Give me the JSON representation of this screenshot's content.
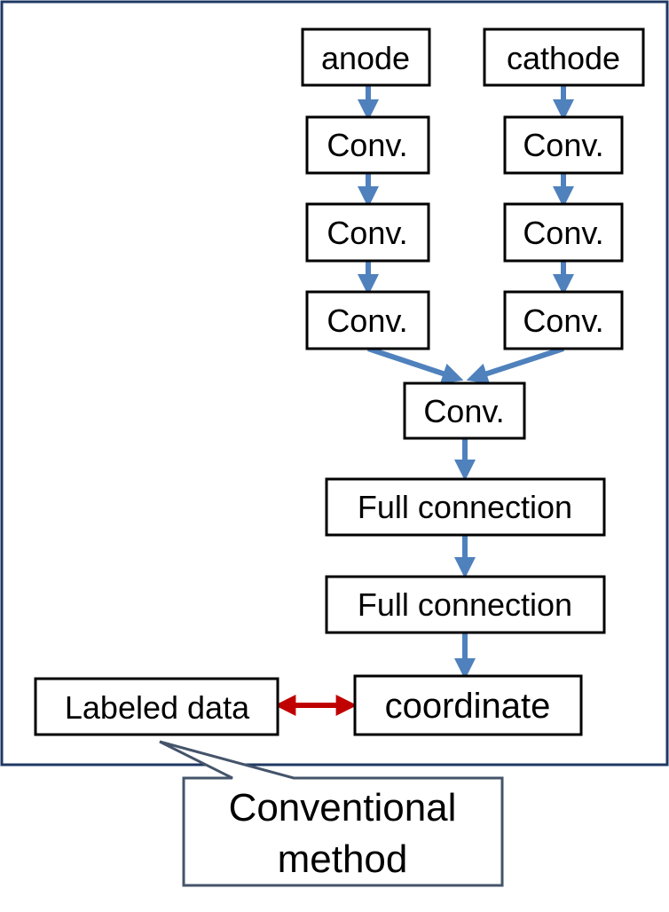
{
  "diagram": {
    "input_boxes": {
      "anode": "anode",
      "cathode": "cathode"
    },
    "anode_branch": [
      "Conv.",
      "Conv.",
      "Conv."
    ],
    "cathode_branch": [
      "Conv.",
      "Conv.",
      "Conv."
    ],
    "merged_conv": "Conv.",
    "full_connection_1": "Full connection",
    "full_connection_2": "Full connection",
    "output": "coordinate",
    "labeled_data": "Labeled data",
    "callout": {
      "line1": "Conventional",
      "line2": "method"
    },
    "colors": {
      "flow_arrow": "#4f81bd",
      "compare_arrow": "#c00000",
      "frame_border": "#1f3864",
      "callout_border": "#44546a",
      "box_border": "#000000"
    }
  }
}
